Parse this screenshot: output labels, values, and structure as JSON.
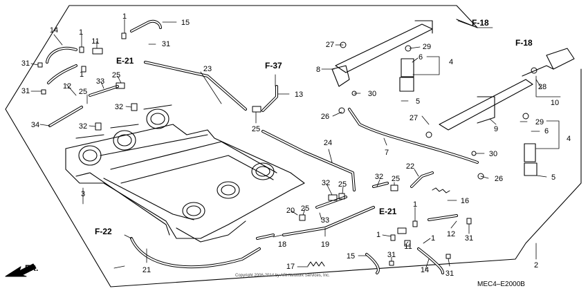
{
  "diagram": {
    "part_labels": [
      {
        "id": "14a",
        "text": "14"
      },
      {
        "id": "1a",
        "text": "1"
      },
      {
        "id": "1b",
        "text": "1"
      },
      {
        "id": "15a",
        "text": "15"
      },
      {
        "id": "11a",
        "text": "11"
      },
      {
        "id": "31a",
        "text": "31"
      },
      {
        "id": "31b",
        "text": "31"
      },
      {
        "id": "1c",
        "text": "1"
      },
      {
        "id": "31c",
        "text": "31"
      },
      {
        "id": "12a",
        "text": "12"
      },
      {
        "id": "25a",
        "text": "25"
      },
      {
        "id": "33a",
        "text": "33"
      },
      {
        "id": "25b",
        "text": "25"
      },
      {
        "id": "23",
        "text": "23"
      },
      {
        "id": "32a",
        "text": "32"
      },
      {
        "id": "34",
        "text": "34"
      },
      {
        "id": "32b",
        "text": "32"
      },
      {
        "id": "13",
        "text": "13"
      },
      {
        "id": "25c",
        "text": "25"
      },
      {
        "id": "3",
        "text": "3"
      },
      {
        "id": "24",
        "text": "24"
      },
      {
        "id": "32c",
        "text": "32"
      },
      {
        "id": "25d",
        "text": "25"
      },
      {
        "id": "32d",
        "text": "32"
      },
      {
        "id": "25e",
        "text": "25"
      },
      {
        "id": "22",
        "text": "22"
      },
      {
        "id": "16",
        "text": "16"
      },
      {
        "id": "20",
        "text": "20"
      },
      {
        "id": "25f",
        "text": "25"
      },
      {
        "id": "33b",
        "text": "33"
      },
      {
        "id": "18",
        "text": "18"
      },
      {
        "id": "19",
        "text": "19"
      },
      {
        "id": "21",
        "text": "21"
      },
      {
        "id": "17",
        "text": "17"
      },
      {
        "id": "15b",
        "text": "15"
      },
      {
        "id": "31d",
        "text": "31"
      },
      {
        "id": "14b",
        "text": "14"
      },
      {
        "id": "31e",
        "text": "31"
      },
      {
        "id": "1d",
        "text": "1"
      },
      {
        "id": "1e",
        "text": "1"
      },
      {
        "id": "11b",
        "text": "11"
      },
      {
        "id": "1f",
        "text": "1"
      },
      {
        "id": "12b",
        "text": "12"
      },
      {
        "id": "31f",
        "text": "31"
      },
      {
        "id": "2",
        "text": "2"
      },
      {
        "id": "27a",
        "text": "27"
      },
      {
        "id": "8",
        "text": "8"
      },
      {
        "id": "29a",
        "text": "29"
      },
      {
        "id": "6a",
        "text": "6"
      },
      {
        "id": "4a",
        "text": "4"
      },
      {
        "id": "30a",
        "text": "30"
      },
      {
        "id": "5a",
        "text": "5"
      },
      {
        "id": "26a",
        "text": "26"
      },
      {
        "id": "27b",
        "text": "27"
      },
      {
        "id": "9",
        "text": "9"
      },
      {
        "id": "7",
        "text": "7"
      },
      {
        "id": "30b",
        "text": "30"
      },
      {
        "id": "26b",
        "text": "26"
      },
      {
        "id": "28",
        "text": "28"
      },
      {
        "id": "10",
        "text": "10"
      },
      {
        "id": "29b",
        "text": "29"
      },
      {
        "id": "6b",
        "text": "6"
      },
      {
        "id": "4b",
        "text": "4"
      },
      {
        "id": "5b",
        "text": "5"
      }
    ],
    "section_refs": [
      {
        "id": "e21a",
        "text": "E-21"
      },
      {
        "id": "f37",
        "text": "F-37"
      },
      {
        "id": "f18a",
        "text": "F-18"
      },
      {
        "id": "f18b",
        "text": "F-18"
      },
      {
        "id": "f22",
        "text": "F-22"
      },
      {
        "id": "e21b",
        "text": "E-21"
      }
    ],
    "direction_label": "FR.",
    "diagram_code": "MEC4–E2000B",
    "copyright_line1": "Copyright 2006-2014 by ARI Network Services, Inc.",
    "colors": {
      "line": "#000000",
      "background": "#ffffff"
    }
  }
}
